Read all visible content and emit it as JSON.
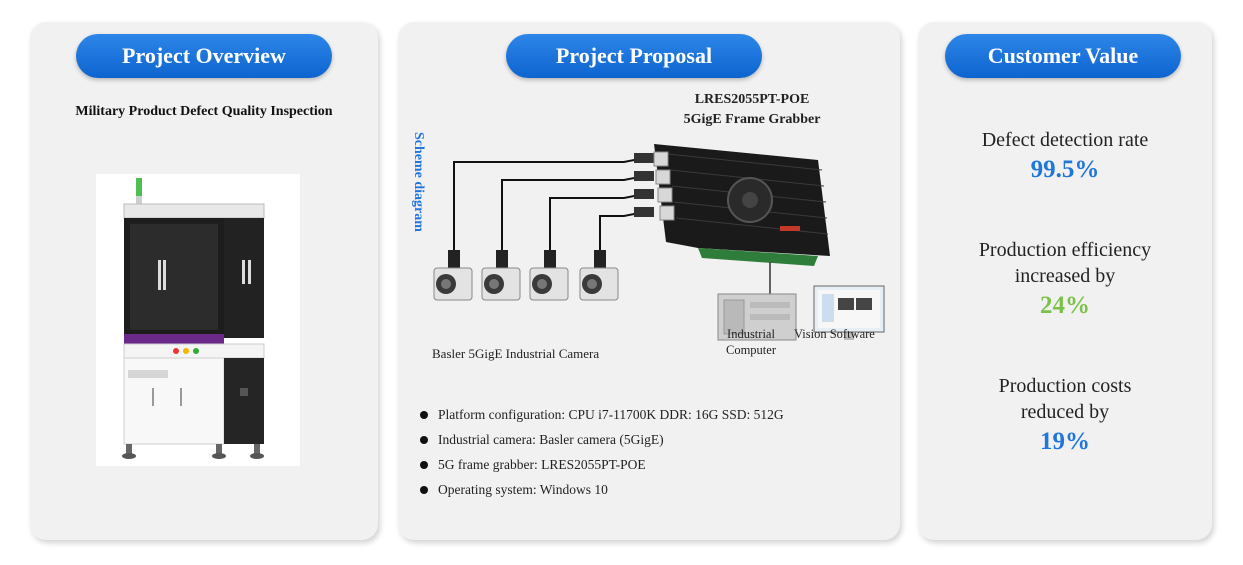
{
  "colors": {
    "pill_blue": "#1f76dd",
    "accent_blue": "#1f76dd",
    "accent_green": "#7cc24a",
    "card_bg": "#f1f1f1"
  },
  "overview": {
    "title": "Project Overview",
    "subtitle": "Military Product Defect Quality Inspection"
  },
  "proposal": {
    "title": "Project Proposal",
    "grabber_model": "LRES2055PT-POE",
    "grabber_type": "5GigE Frame Grabber",
    "scheme_label": "Scheme diagram",
    "camera_label": "Basler 5GigE Industrial Camera",
    "computer_label_line1": "Industrial",
    "computer_label_line2": "Computer",
    "software_label": "Vision Software",
    "bullets": [
      "Platform configuration: CPU i7-11700K DDR: 16G SSD: 512G",
      "Industrial camera: Basler camera (5GigE)",
      "5G frame grabber: LRES2055PT-POE",
      "Operating system: Windows 10"
    ]
  },
  "customer_value": {
    "title": "Customer Value",
    "metrics": [
      {
        "label_line1": "Defect detection rate",
        "label_line2": "",
        "value": "99.5%",
        "color": "#1f76dd"
      },
      {
        "label_line1": "Production efficiency",
        "label_line2": "increased by",
        "value": "24%",
        "color": "#7cc24a"
      },
      {
        "label_line1": "Production costs",
        "label_line2": "reduced by",
        "value": "19%",
        "color": "#1f76dd"
      }
    ]
  }
}
